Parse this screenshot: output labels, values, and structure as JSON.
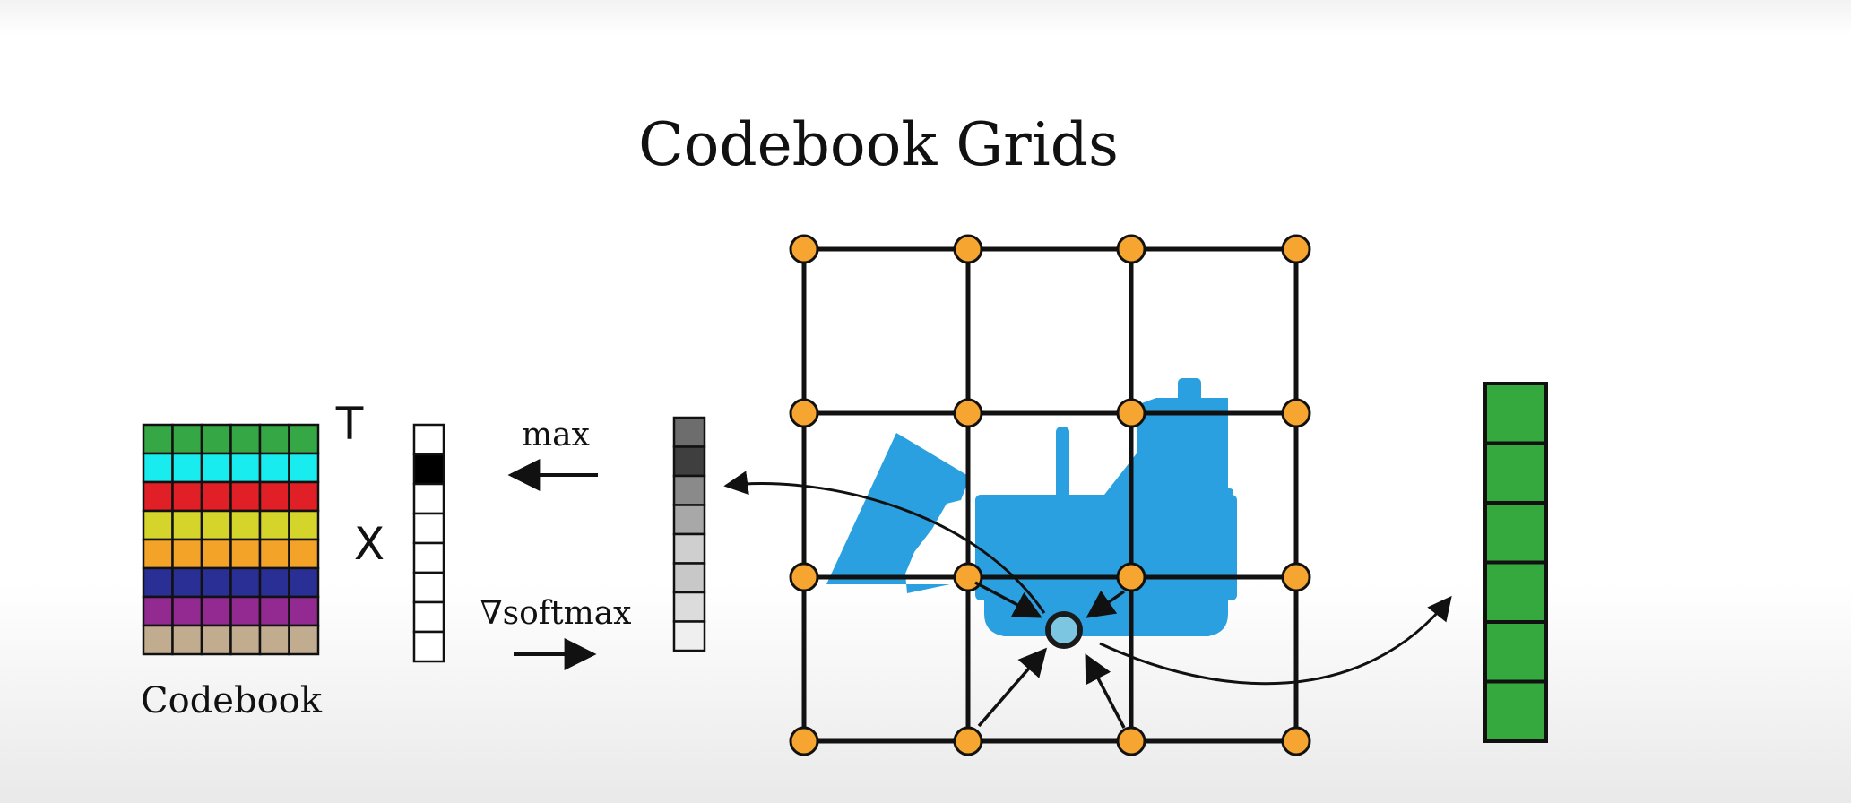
{
  "title": "Codebook Grids",
  "codebook": {
    "label": "Codebook",
    "columns": 6,
    "row_colors": [
      "#35a845",
      "#19ecef",
      "#e01f27",
      "#d4d42a",
      "#f4a329",
      "#2a2f95",
      "#922a91",
      "#c2ac90"
    ]
  },
  "transpose_symbol": "T",
  "multiply_symbol": "X",
  "one_hot_vector": {
    "cells": 8,
    "active_index": 1,
    "active_color": "#000000",
    "inactive_color": "#ffffff"
  },
  "max_label": "max",
  "softmax_label": "∇softmax",
  "score_vector": {
    "fill_colors": [
      "#6d6d6d",
      "#3f3f3f",
      "#8a8a8a",
      "#a8a8a8",
      "#cfcfcf",
      "#c8c8c8",
      "#dcdcdc",
      "#efefef"
    ]
  },
  "grid": {
    "rows": 4,
    "cols": 4,
    "vertex_color": "#f5a530",
    "sample_point_color": "#7cc6e2"
  },
  "bulldozer_color": "#2aa0e0",
  "output_feature": {
    "cells": 6,
    "color": "#35a83e"
  }
}
